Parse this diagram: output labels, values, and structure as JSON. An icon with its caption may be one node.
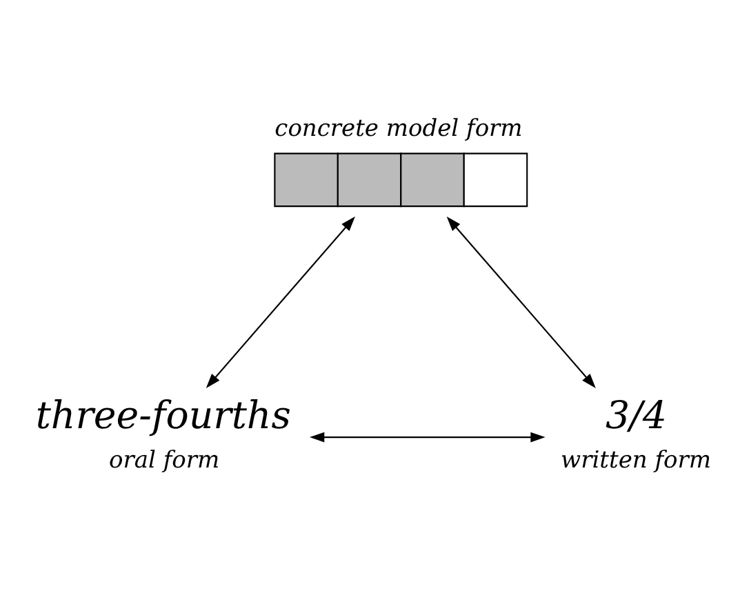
{
  "diagram": {
    "nodes": [
      {
        "text": [
          "concrete model form"
        ]
      },
      {
        "text": [
          "three-fourths"
        ],
        "beside": [
          "oral form"
        ]
      },
      {
        "text": [
          "3/4"
        ],
        "beside": [
          "written form"
        ]
      }
    ],
    "edges": [
      {
        "from": 0,
        "to": 1,
        "arrow": "both"
      },
      {
        "from": 0,
        "to": 2,
        "arrow": "both"
      },
      {
        "from": 1,
        "to": 2,
        "arrow": "both"
      }
    ]
  }
}
